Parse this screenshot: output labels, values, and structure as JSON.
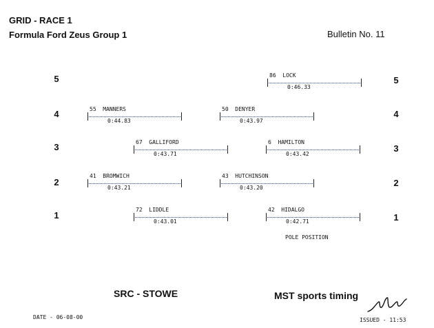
{
  "header": {
    "title": "GRID - RACE 1",
    "subtitle": "Formula Ford Zeus Group 1",
    "bulletin": "Bulletin No. 11"
  },
  "rows": [
    "5",
    "4",
    "3",
    "2",
    "1"
  ],
  "grid": [
    {
      "row": 5,
      "side": "right",
      "number": "86",
      "name": "LOCK",
      "time": "0:46.33"
    },
    {
      "row": 4,
      "side": "left",
      "number": "55",
      "name": "MANNERS",
      "time": "0:44.83"
    },
    {
      "row": 4,
      "side": "right",
      "number": "50",
      "name": "DENYER",
      "time": "0:43.97"
    },
    {
      "row": 3,
      "side": "left",
      "number": "67",
      "name": "GALLIFORD",
      "time": "0:43.71"
    },
    {
      "row": 3,
      "side": "right",
      "number": "6",
      "name": "HAMILTON",
      "time": "0:43.42"
    },
    {
      "row": 2,
      "side": "left",
      "number": "41",
      "name": "BROMWICH",
      "time": "0:43.21"
    },
    {
      "row": 2,
      "side": "right",
      "number": "43",
      "name": "HUTCHINSON",
      "time": "0:43.20"
    },
    {
      "row": 1,
      "side": "left",
      "number": "72",
      "name": "LIDDLE",
      "time": "0:43.01"
    },
    {
      "row": 1,
      "side": "right",
      "number": "42",
      "name": "HIDALGO",
      "time": "0:42.71"
    }
  ],
  "pole_label": "POLE POSITION",
  "footer": {
    "circuit": "SRC - STOWE",
    "timing": "MST sports timing",
    "date": "DATE - 06-08-00",
    "issued": "ISSUED - 11:53"
  }
}
